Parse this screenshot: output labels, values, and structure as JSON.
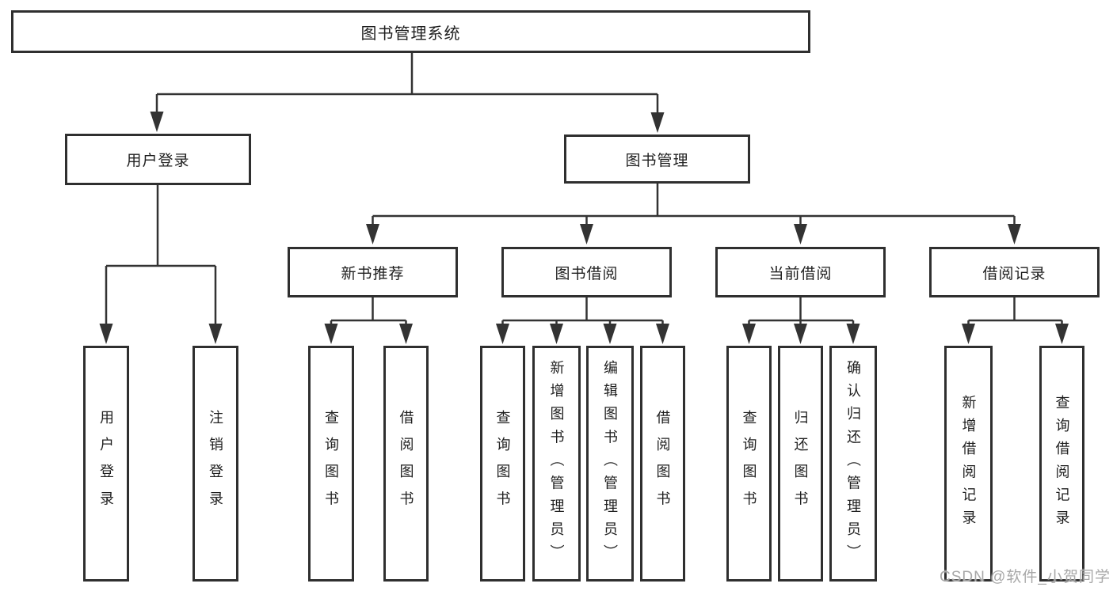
{
  "diagram": {
    "type": "hierarchy-tree",
    "background_color": "#ffffff",
    "line_color": "#333333",
    "box_border_color": "#2f2f2f",
    "text_color": "#1f1f1f",
    "nodes": {
      "root": {
        "label": "图书管理系统"
      },
      "user_login": {
        "label": "用户登录"
      },
      "book_mgmt": {
        "label": "图书管理"
      },
      "new_book_rec": {
        "label": "新书推荐"
      },
      "book_borrow": {
        "label": "图书借阅"
      },
      "current_borrow": {
        "label": "当前借阅"
      },
      "borrow_records": {
        "label": "借阅记录"
      },
      "leaf_login": {
        "label": "用户登录"
      },
      "leaf_logout": {
        "label": "注销登录"
      },
      "leaf_nb_query": {
        "label": "查询图书"
      },
      "leaf_nb_borrow": {
        "label": "借阅图书"
      },
      "leaf_bb_query": {
        "label": "查询图书"
      },
      "leaf_bb_add": {
        "label": "新增图书（管理员）"
      },
      "leaf_bb_edit": {
        "label": "编辑图书（管理员）"
      },
      "leaf_bb_borrow": {
        "label": "借阅图书"
      },
      "leaf_cb_query": {
        "label": "查询图书"
      },
      "leaf_cb_return": {
        "label": "归还图书"
      },
      "leaf_cb_confirm": {
        "label": "确认归还（管理员）"
      },
      "leaf_br_add": {
        "label": "新增借阅记录"
      },
      "leaf_br_query": {
        "label": "查询借阅记录"
      }
    },
    "hierarchy": {
      "图书管理系统": {
        "用户登录": [
          "用户登录",
          "注销登录"
        ],
        "图书管理": {
          "新书推荐": [
            "查询图书",
            "借阅图书"
          ],
          "图书借阅": [
            "查询图书",
            "新增图书（管理员）",
            "编辑图书（管理员）",
            "借阅图书"
          ],
          "当前借阅": [
            "查询图书",
            "归还图书",
            "确认归还（管理员）"
          ],
          "借阅记录": [
            "新增借阅记录",
            "查询借阅记录"
          ]
        }
      }
    },
    "watermark": {
      "text": "CSDN @软件_小贺同学",
      "color": "#a8a8a8"
    }
  }
}
